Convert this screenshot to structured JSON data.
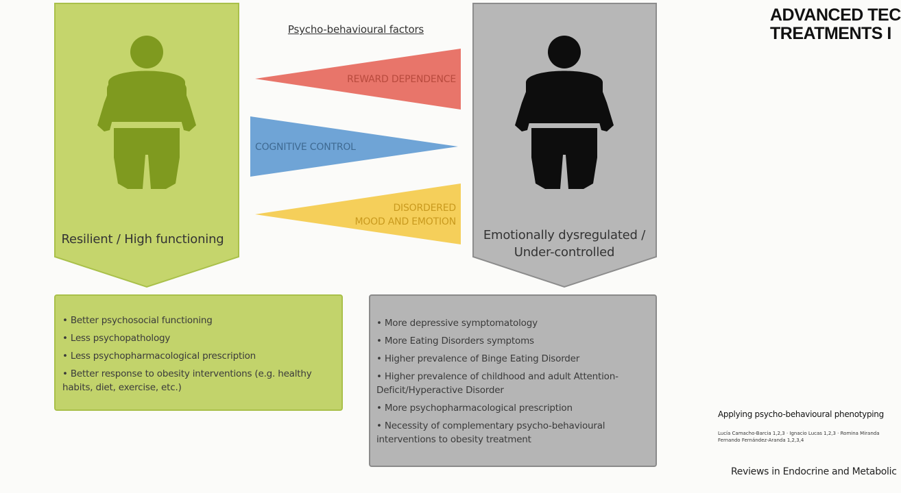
{
  "corner_title": {
    "line1": "ADVANCED TEC",
    "line2": "TREATMENTS I"
  },
  "factors_title": "Psycho-behavioural factors",
  "factors": [
    {
      "label_lines": [
        "REWARD DEPENDENCE"
      ],
      "color": "#e8756a",
      "points_to": "left"
    },
    {
      "label_lines": [
        "COGNITIVE CONTROL"
      ],
      "color": "#6fa4d6",
      "points_to": "right"
    },
    {
      "label_lines": [
        "DISORDERED",
        "MOOD AND EMOTION"
      ],
      "color": "#f5cf5a",
      "points_to": "left"
    }
  ],
  "phenotypes": {
    "left": {
      "label": "Resilient / High functioning",
      "fill": "#c5d56c",
      "figure_color": "#7f9a1f"
    },
    "right": {
      "label_lines": [
        "Emotionally dysregulated /",
        "Under-controlled"
      ],
      "fill": "#b7b7b7",
      "figure_color": "#0d0d0d"
    }
  },
  "left_box": {
    "items": [
      "Better psychosocial functioning",
      "Less psychopathology",
      "Less psychopharmacological prescription",
      "Better response to obesity interventions (e.g. healthy habits, diet, exercise, etc.)"
    ]
  },
  "right_box": {
    "items": [
      "More depressive symptomatology",
      "More Eating Disorders symptoms",
      "Higher prevalence of Binge Eating Disorder",
      "Higher prevalence of childhood and adult Attention-Deficit/Hyperactive Disorder",
      "More psychopharmacological prescription",
      "Necessity of complementary psycho-behavioural interventions to obesity treatment"
    ]
  },
  "reference": {
    "title": "Applying psycho-behavioural phenotyping",
    "authors_line1": "Lucía Camacho-Barcia 1,2,3 · Ignacio Lucas 1,2,3 · Romina Miranda",
    "authors_line2": "Fernando Fernández-Aranda 1,2,3,4",
    "journal": "Reviews in Endocrine and Metabolic"
  }
}
